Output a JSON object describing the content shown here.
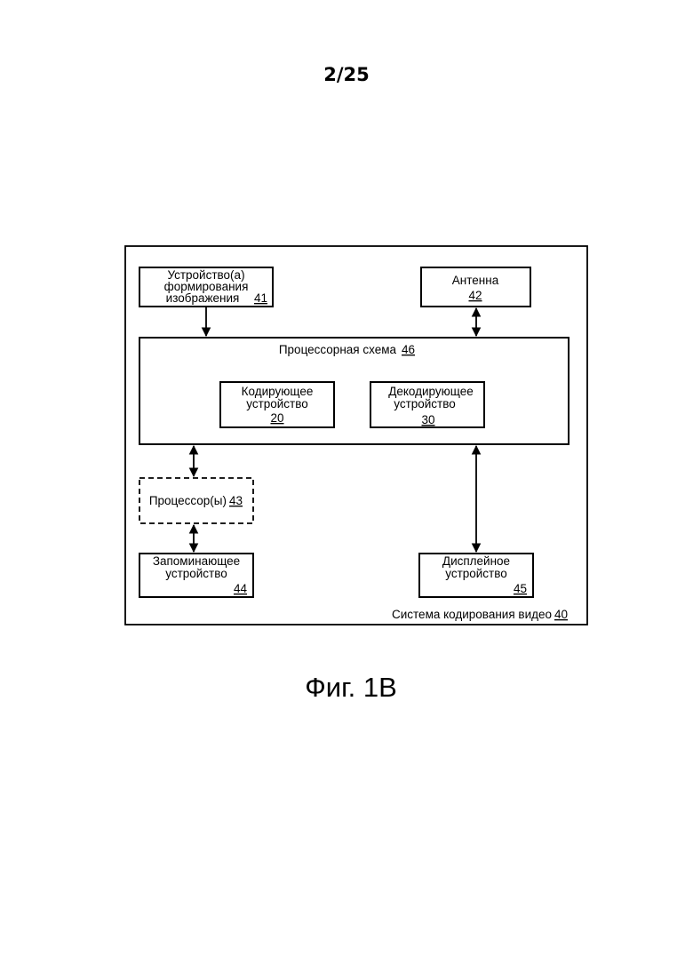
{
  "page": {
    "number": "2/25",
    "caption": "Фиг. 1B"
  },
  "system": {
    "label": "Система кодирования видео",
    "ref": "40"
  },
  "imaging_device": {
    "line1": "Устройство(а)",
    "line2": "формирования",
    "line3": "изображения",
    "ref": "41"
  },
  "antenna": {
    "label": "Антенна",
    "ref": "42"
  },
  "processing_circuit": {
    "label": "Процессорная схема",
    "ref": "46"
  },
  "encoder": {
    "line1": "Кодирующее",
    "line2": "устройство",
    "ref": "20"
  },
  "decoder": {
    "line1": "Декодирующее",
    "line2": "устройство",
    "ref": "30"
  },
  "processor": {
    "label": "Процессор(ы)",
    "ref": "43"
  },
  "memory": {
    "line1": "Запоминающее",
    "line2": "устройство",
    "ref": "44"
  },
  "display": {
    "line1": "Дисплейное",
    "line2": "устройство",
    "ref": "45"
  }
}
